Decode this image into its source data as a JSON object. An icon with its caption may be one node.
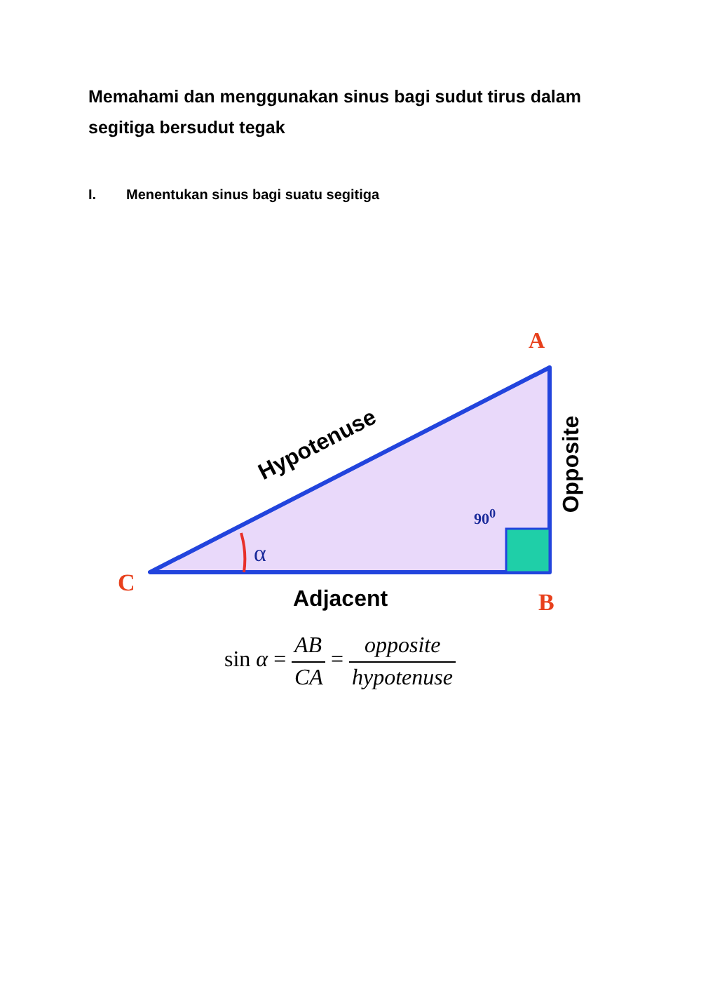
{
  "diagram": {
    "title": "Memahami dan menggunakan sinus bagi sudut tirus dalam segitiga bersudut tegak",
    "labels": [
      "I.",
      "Menentukan sinus bagi suatu segitiga",
      "A",
      "Hypotenuse",
      "Opposite",
      "90$^{0}$",
      "α",
      "C",
      "Adjacent",
      "B",
      "sin *α* =",
      "AB",
      "CA",
      "=",
      "opposite",
      "hypotenuse"
    ]
  }
}
